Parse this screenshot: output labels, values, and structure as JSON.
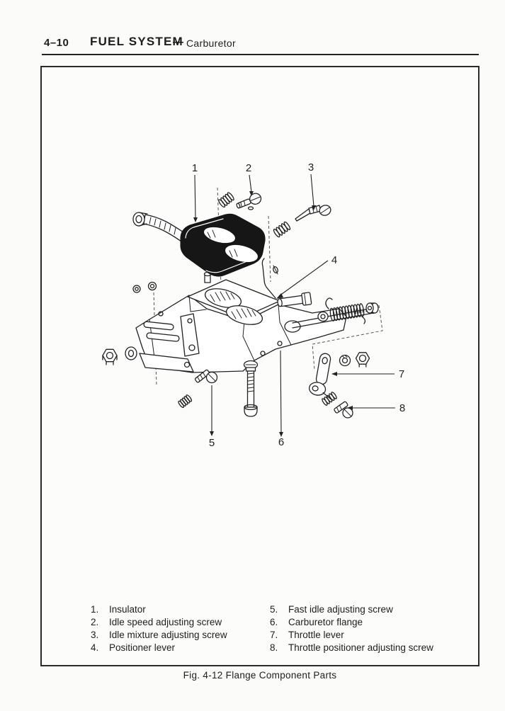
{
  "header": {
    "page_number": "4–10",
    "title": "FUEL SYSTEM",
    "separator": "—",
    "subtitle": "Carburetor"
  },
  "figure": {
    "caption": "Fig. 4-12  Flange Component Parts",
    "callouts": [
      "1",
      "2",
      "3",
      "4",
      "5",
      "6",
      "7",
      "8"
    ]
  },
  "parts_list": {
    "columns": [
      {
        "items": [
          {
            "num": "1.",
            "label": "Insulator"
          },
          {
            "num": "2.",
            "label": "Idle speed adjusting screw"
          },
          {
            "num": "3.",
            "label": "Idle mixture adjusting screw"
          },
          {
            "num": "4.",
            "label": "Positioner lever"
          }
        ]
      },
      {
        "items": [
          {
            "num": "5.",
            "label": "Fast idle adjusting screw"
          },
          {
            "num": "6.",
            "label": "Carburetor flange"
          },
          {
            "num": "7.",
            "label": "Throttle lever"
          },
          {
            "num": "8.",
            "label": "Throttle positioner adjusting screw"
          }
        ]
      }
    ]
  },
  "colors": {
    "ink": "#222222",
    "paper": "#fbfbfa"
  }
}
